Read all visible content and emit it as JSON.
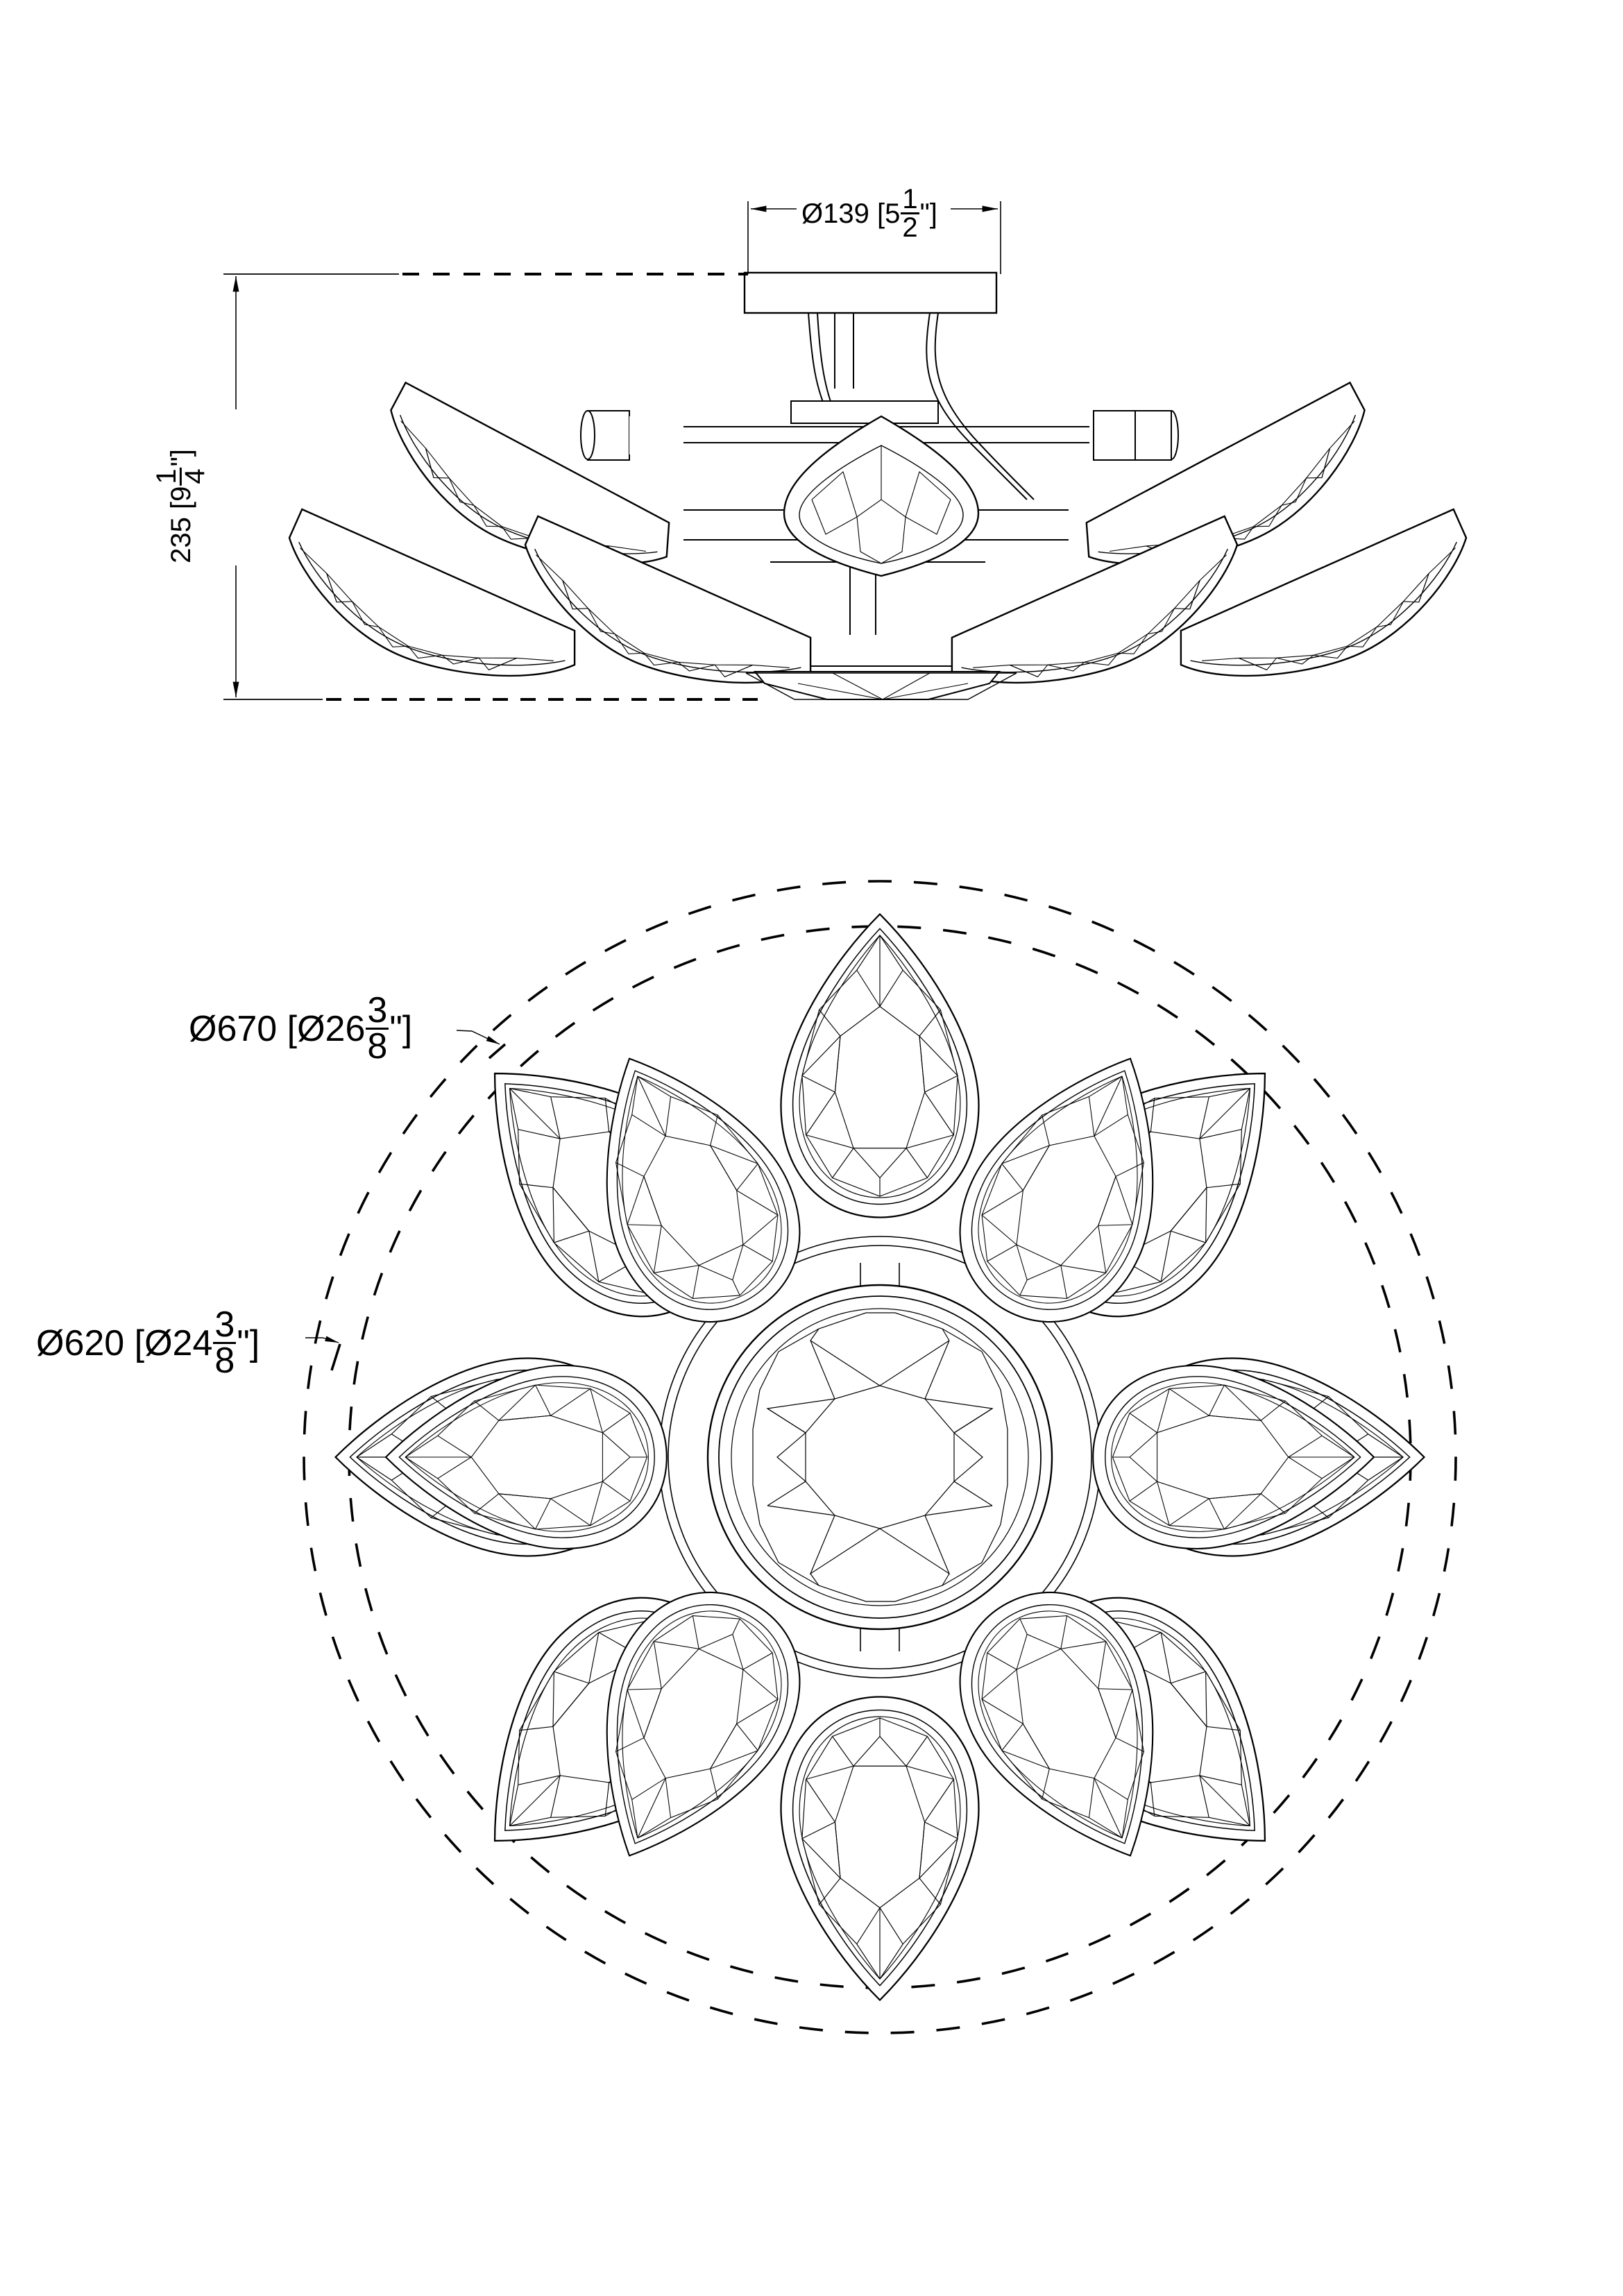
{
  "drawing": {
    "title": "Ceiling fixture dimension drawing",
    "views": [
      "elevation",
      "plan"
    ],
    "line_color": "#000000",
    "background": "#ffffff"
  },
  "dimensions": {
    "canopy_diameter": {
      "prefix": "Ø139 [5",
      "frac_num": "1",
      "frac_den": "2",
      "suffix": "\"]",
      "metric_mm": 139,
      "imperial_in": "5 1/2"
    },
    "overall_height": {
      "prefix": "235 [9",
      "frac_num": "1",
      "frac_den": "4",
      "suffix": "\"]",
      "metric_mm": 235,
      "imperial_in": "9 1/4"
    },
    "outer_diameter": {
      "prefix": "Ø670 [Ø26",
      "frac_num": "3",
      "frac_den": "8",
      "suffix": "\"]",
      "metric_mm": 670,
      "imperial_in": "26 3/8"
    },
    "inner_diameter": {
      "prefix": "Ø620 [Ø24",
      "frac_num": "3",
      "frac_den": "8",
      "suffix": "\"]",
      "metric_mm": 620,
      "imperial_in": "24 3/8"
    }
  }
}
